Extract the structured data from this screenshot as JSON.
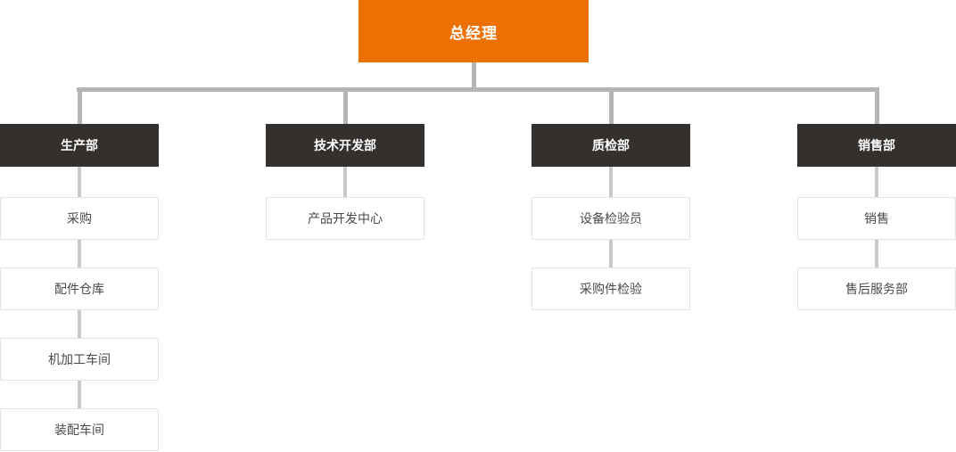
{
  "chart": {
    "type": "org-chart",
    "root": {
      "label": "总经理"
    },
    "branches": [
      {
        "label": "生产部",
        "children": [
          "采购",
          "配件仓库",
          "机加工车间",
          "装配车间"
        ]
      },
      {
        "label": "技术开发部",
        "children": [
          "产品开发中心"
        ]
      },
      {
        "label": "质检部",
        "children": [
          "设备检验员",
          "采购件检验"
        ]
      },
      {
        "label": "销售部",
        "children": [
          "销售",
          "售后服务部"
        ]
      }
    ],
    "colors": {
      "root_bg": "#ED7102",
      "root_text": "#FFFFFF",
      "dept_bg": "#33302E",
      "dept_text": "#FFFFFF",
      "child_bg": "#FFFFFF",
      "child_border": "#E3E3E3",
      "child_text": "#4A4A4A",
      "connector": "#B5B5B5"
    }
  }
}
